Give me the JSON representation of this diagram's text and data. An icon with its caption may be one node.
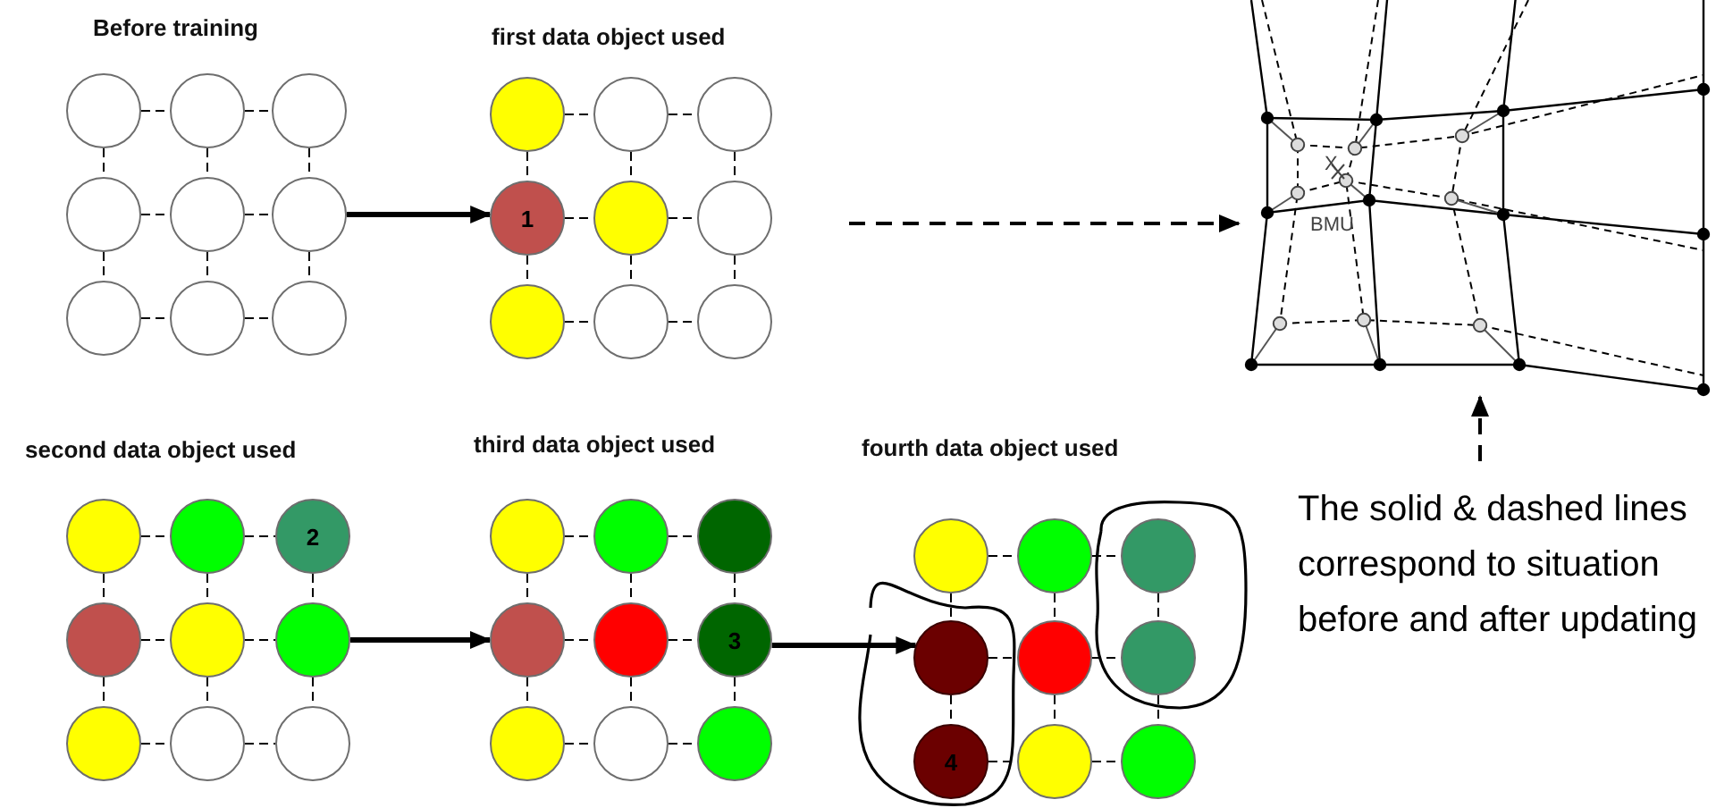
{
  "diagram": {
    "nodes": [
      {
        "text": [],
        "shape": "circle"
      },
      {
        "text": [],
        "shape": "circle"
      },
      {
        "text": [],
        "shape": "circle"
      },
      {
        "text": [],
        "shape": "circle"
      },
      {
        "text": [],
        "shape": "circle"
      },
      {
        "text": [],
        "shape": "circle"
      },
      {
        "text": [],
        "shape": "circle"
      },
      {
        "text": [],
        "shape": "circle"
      },
      {
        "text": [],
        "shape": "circle"
      },
      {
        "text": [],
        "shape": "circle"
      },
      {
        "text": [],
        "shape": "circle"
      },
      {
        "text": [],
        "shape": "circle"
      },
      {
        "text": [
          "1"
        ]
      },
      {
        "text": [],
        "shape": "circle"
      },
      {
        "text": [],
        "shape": "circle"
      },
      {
        "text": [],
        "shape": "circle"
      },
      {
        "text": [],
        "shape": "circle"
      },
      {
        "text": [],
        "shape": "circle"
      },
      {
        "text": [],
        "shape": "picture"
      },
      {
        "text": [],
        "shape": "circle"
      },
      {
        "text": [],
        "shape": "circle"
      },
      {
        "text": [
          "2"
        ]
      },
      {
        "text": [],
        "shape": "circle"
      },
      {
        "text": [],
        "shape": "circle"
      },
      {
        "text": [],
        "shape": "circle"
      },
      {
        "text": [],
        "shape": "circle"
      },
      {
        "text": [],
        "shape": "circle"
      },
      {
        "text": [],
        "shape": "circle"
      },
      {
        "text": [],
        "shape": "circle"
      },
      {
        "text": [],
        "shape": "circle"
      },
      {
        "text": [],
        "shape": "circle"
      },
      {
        "text": [],
        "shape": "circle"
      },
      {
        "text": [],
        "shape": "circle"
      },
      {
        "text": [
          "3"
        ]
      },
      {
        "text": [],
        "shape": "circle"
      },
      {
        "text": [],
        "shape": "circle"
      },
      {
        "text": [],
        "shape": "circle"
      },
      {
        "text": [],
        "shape": "circle"
      },
      {
        "text": [],
        "shape": "circle"
      },
      {
        "text": [],
        "shape": "circle"
      },
      {
        "text": [],
        "shape": "circle"
      },
      {
        "text": [],
        "shape": "circle"
      },
      {
        "text": [],
        "shape": "circle"
      },
      {
        "text": [
          "4"
        ]
      },
      {
        "text": [],
        "shape": "circle"
      },
      {
        "text": [],
        "shape": "circle"
      },
      {
        "text": [
          "The solid & dashed lines correspond to situation before and after updating"
        ]
      }
    ],
    "edges": [
      {
        "from": 0,
        "to": 1,
        "arrow": "none",
        "style": "dashed"
      },
      {
        "from": 1,
        "to": 2,
        "arrow": "none",
        "style": "dashed"
      },
      {
        "from": 3,
        "to": 4,
        "arrow": "none",
        "style": "dashed"
      },
      {
        "from": 4,
        "to": 5,
        "arrow": "none",
        "style": "dashed"
      },
      {
        "from": 6,
        "to": 7,
        "arrow": "none",
        "style": "dashed"
      },
      {
        "from": 7,
        "to": 8,
        "arrow": "none",
        "style": "dashed"
      },
      {
        "from": 0,
        "to": 3,
        "arrow": "none",
        "style": "dashed"
      },
      {
        "from": 1,
        "to": 4,
        "arrow": "none",
        "style": "dashed"
      },
      {
        "from": 2,
        "to": 5,
        "arrow": "none",
        "style": "dashed"
      },
      {
        "from": 3,
        "to": 6,
        "arrow": "none",
        "style": "dashed"
      },
      {
        "from": 4,
        "to": 7,
        "arrow": "none",
        "style": "dashed"
      },
      {
        "from": 5,
        "to": 8,
        "arrow": "none",
        "style": "dashed"
      },
      {
        "from": 9,
        "to": 10,
        "arrow": "none",
        "style": "dashed"
      },
      {
        "from": 10,
        "to": 11,
        "arrow": "none",
        "style": "dashed"
      },
      {
        "from": 12,
        "to": 13,
        "arrow": "none",
        "style": "dashed"
      },
      {
        "from": 13,
        "to": 14,
        "arrow": "none",
        "style": "dashed"
      },
      {
        "from": 15,
        "to": 16,
        "arrow": "none",
        "style": "dashed"
      },
      {
        "from": 16,
        "to": 17,
        "arrow": "none",
        "style": "dashed"
      },
      {
        "from": 9,
        "to": 12,
        "arrow": "none",
        "style": "dashed"
      },
      {
        "from": 10,
        "to": 13,
        "arrow": "none",
        "style": "dashed"
      },
      {
        "from": 11,
        "to": 14,
        "arrow": "none",
        "style": "dashed"
      },
      {
        "from": 12,
        "to": 15,
        "arrow": "none",
        "style": "dashed"
      },
      {
        "from": 13,
        "to": 16,
        "arrow": "none",
        "style": "dashed"
      },
      {
        "from": 14,
        "to": 17,
        "arrow": "none",
        "style": "dashed"
      },
      {
        "from": 19,
        "to": 20,
        "arrow": "none",
        "style": "dashed"
      },
      {
        "from": 20,
        "to": 21,
        "arrow": "none",
        "style": "dashed"
      },
      {
        "from": 22,
        "to": 23,
        "arrow": "none",
        "style": "dashed"
      },
      {
        "from": 23,
        "to": 24,
        "arrow": "none",
        "style": "dashed"
      },
      {
        "from": 25,
        "to": 26,
        "arrow": "none",
        "style": "dashed"
      },
      {
        "from": 26,
        "to": 27,
        "arrow": "none",
        "style": "dashed"
      },
      {
        "from": 19,
        "to": 22,
        "arrow": "none",
        "style": "dashed"
      },
      {
        "from": 20,
        "to": 23,
        "arrow": "none",
        "style": "dashed"
      },
      {
        "from": 21,
        "to": 24,
        "arrow": "none",
        "style": "dashed"
      },
      {
        "from": 22,
        "to": 25,
        "arrow": "none",
        "style": "dashed"
      },
      {
        "from": 23,
        "to": 26,
        "arrow": "none",
        "style": "dashed"
      },
      {
        "from": 24,
        "to": 27,
        "arrow": "none",
        "style": "dashed"
      },
      {
        "from": 28,
        "to": 29,
        "arrow": "none",
        "style": "dashed"
      },
      {
        "from": 29,
        "to": 30,
        "arrow": "none",
        "style": "dashed"
      },
      {
        "from": 31,
        "to": 32,
        "arrow": "none",
        "style": "dashed"
      },
      {
        "from": 32,
        "to": 33,
        "arrow": "none",
        "style": "dashed"
      },
      {
        "from": 34,
        "to": 35,
        "arrow": "none",
        "style": "dashed"
      },
      {
        "from": 35,
        "to": 36,
        "arrow": "none",
        "style": "dashed"
      },
      {
        "from": 28,
        "to": 31,
        "arrow": "none",
        "style": "dashed"
      },
      {
        "from": 29,
        "to": 32,
        "arrow": "none",
        "style": "dashed"
      },
      {
        "from": 30,
        "to": 33,
        "arrow": "none",
        "style": "dashed"
      },
      {
        "from": 31,
        "to": 34,
        "arrow": "none",
        "style": "dashed"
      },
      {
        "from": 32,
        "to": 35,
        "arrow": "none",
        "style": "dashed"
      },
      {
        "from": 33,
        "to": 36,
        "arrow": "none",
        "style": "dashed"
      },
      {
        "from": 37,
        "to": 38,
        "arrow": "none",
        "style": "dashed"
      },
      {
        "from": 38,
        "to": 39,
        "arrow": "none",
        "style": "dashed"
      },
      {
        "from": 40,
        "to": 41,
        "arrow": "none",
        "style": "dashed"
      },
      {
        "from": 41,
        "to": 42,
        "arrow": "none",
        "style": "dashed"
      },
      {
        "from": 43,
        "to": 44,
        "arrow": "none",
        "style": "dashed"
      },
      {
        "from": 44,
        "to": 45,
        "arrow": "none",
        "style": "dashed"
      },
      {
        "from": 37,
        "to": 40,
        "arrow": "none",
        "style": "dashed"
      },
      {
        "from": 38,
        "to": 41,
        "arrow": "none",
        "style": "dashed"
      },
      {
        "from": 39,
        "to": 42,
        "arrow": "none",
        "style": "dashed"
      },
      {
        "from": 40,
        "to": 43,
        "arrow": "none",
        "style": "dashed"
      },
      {
        "from": 41,
        "to": 44,
        "arrow": "none",
        "style": "dashed"
      },
      {
        "from": 42,
        "to": 45,
        "arrow": "none",
        "style": "dashed"
      },
      {
        "from": 5,
        "to": 12,
        "arrow": "to",
        "style": "thick"
      },
      {
        "from": null,
        "to": 18,
        "arrow": "to",
        "style": "dashed"
      },
      {
        "from": 24,
        "to": 31,
        "arrow": "to",
        "style": "thick"
      },
      {
        "from": 33,
        "to": 40,
        "arrow": "to",
        "style": "thick"
      },
      {
        "from": 46,
        "to": 18,
        "arrow": "to",
        "style": "dashed"
      }
    ],
    "labels": [
      "Before training",
      "first data object used",
      "second data object used",
      "third data object used",
      "fourth data object used",
      "X",
      "BMU"
    ]
  }
}
